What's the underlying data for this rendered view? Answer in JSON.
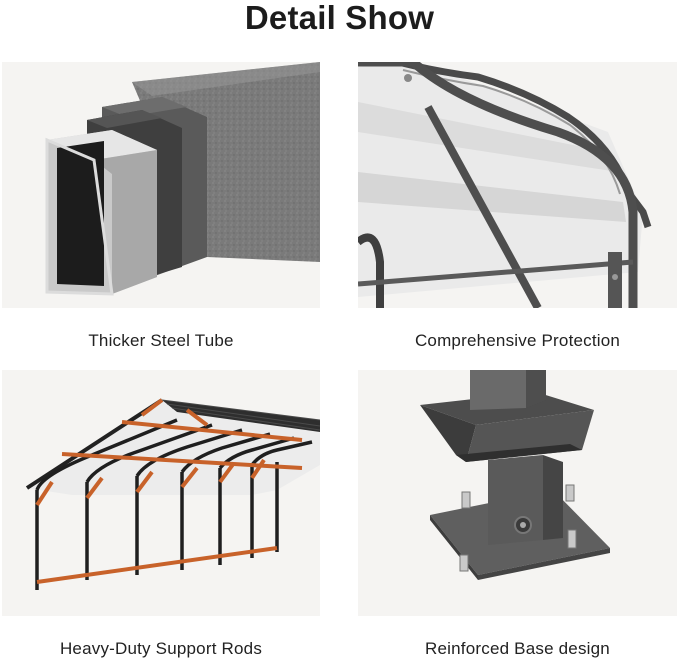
{
  "title": "Detail Show",
  "panels": [
    {
      "caption": "Thicker Steel Tube",
      "icon": "steel-tube-icon"
    },
    {
      "caption": "Comprehensive Protection",
      "icon": "roof-corner-icon"
    },
    {
      "caption": "Heavy-Duty Support Rods",
      "icon": "carport-frame-icon"
    },
    {
      "caption": "Reinforced Base design",
      "icon": "base-plate-icon"
    }
  ],
  "colors": {
    "panel_bg": "#f5f4f2",
    "steel": "#6b6b6b",
    "dark_steel": "#3e3e3e",
    "support_rod": "#c8622a",
    "roof_white": "#eeeeee"
  }
}
